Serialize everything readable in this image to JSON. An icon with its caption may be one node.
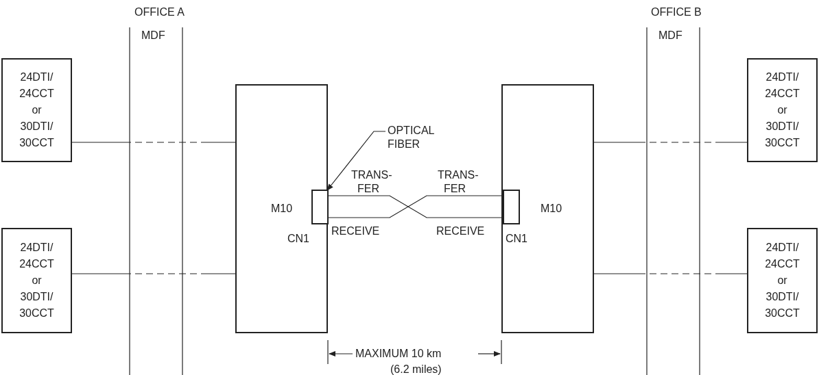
{
  "diagram": {
    "nodes": [
      {
        "text": [
          "24DTI/ 24CCT or 30DTI/ 30CCT"
        ]
      },
      {
        "text": [
          "24DTI/ 24CCT or 30DTI/ 30CCT"
        ]
      },
      {
        "text": [
          "M10"
        ]
      },
      {
        "text": [
          "CN1"
        ],
        "in": 2
      },
      {
        "text": [
          "CN1"
        ],
        "in": 5
      },
      {
        "text": [
          "M10"
        ]
      },
      {
        "text": [
          "24DTI/ 24CCT or 30DTI/ 30CCT"
        ]
      },
      {
        "text": [
          "24DTI/ 24CCT or 30DTI/ 30CCT"
        ]
      },
      {
        "text": [
          "OPTICAL FIBER"
        ]
      }
    ],
    "edges": [
      {
        "from": 0,
        "to": 2,
        "arrow": "none",
        "style": "dashed"
      },
      {
        "from": 1,
        "to": 2,
        "arrow": "none",
        "style": "dashed"
      },
      {
        "from": 3,
        "to": 4,
        "arrow": "none"
      },
      {
        "from": 3,
        "to": 4,
        "arrow": "none"
      },
      {
        "from": 5,
        "to": 6,
        "arrow": "none",
        "style": "dashed"
      },
      {
        "from": 5,
        "to": 7,
        "arrow": "none",
        "style": "dashed"
      },
      {
        "from": 8,
        "to": 3,
        "arrow": "to"
      }
    ],
    "labels": [
      "OFFICE A",
      "OFFICE B",
      "MDF",
      "MDF",
      "TRANS- FER",
      "TRANS- FER",
      "RECEIVE",
      "RECEIVE",
      "MAXIMUM 10 km",
      "(6.2 miles)"
    ]
  }
}
